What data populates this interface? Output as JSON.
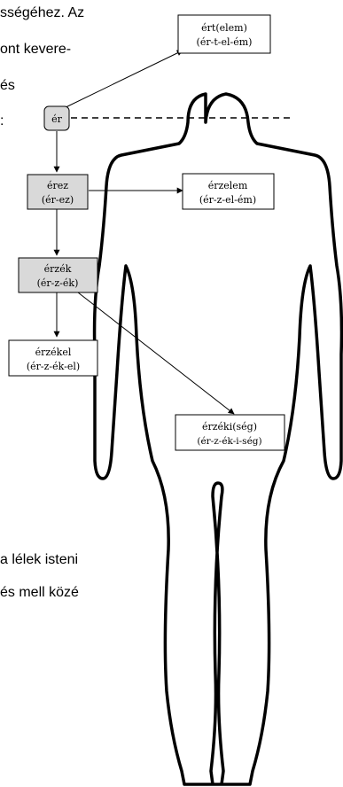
{
  "paragraph_fragments": [
    "sségéhez. Az",
    "ont kevere-",
    "és",
    ":",
    "a lélek isteni",
    "és mell közé"
  ],
  "nodes": {
    "er": {
      "label": "ér"
    },
    "erez": {
      "line1": "érez",
      "line2": "(ér-ez)"
    },
    "erzek": {
      "line1": "érzék",
      "line2": "(ér-z-ék)"
    },
    "erzekel": {
      "line1": "érzékel",
      "line2": "(ér-z-ék-el)"
    },
    "ert": {
      "line1": "ért(elem)",
      "line2": "(ér-t-el-ém)"
    },
    "erzelem": {
      "line1": "érzelem",
      "line2": "(ér-z-el-ém)"
    },
    "erzekiseg": {
      "line1": "érzéki(ség)",
      "line2": "(ér-z-ék-i-ség)"
    }
  },
  "colors": {
    "highlight_fill": "#d9d9d9",
    "box_fill": "#ffffff",
    "stroke": "#000000"
  }
}
